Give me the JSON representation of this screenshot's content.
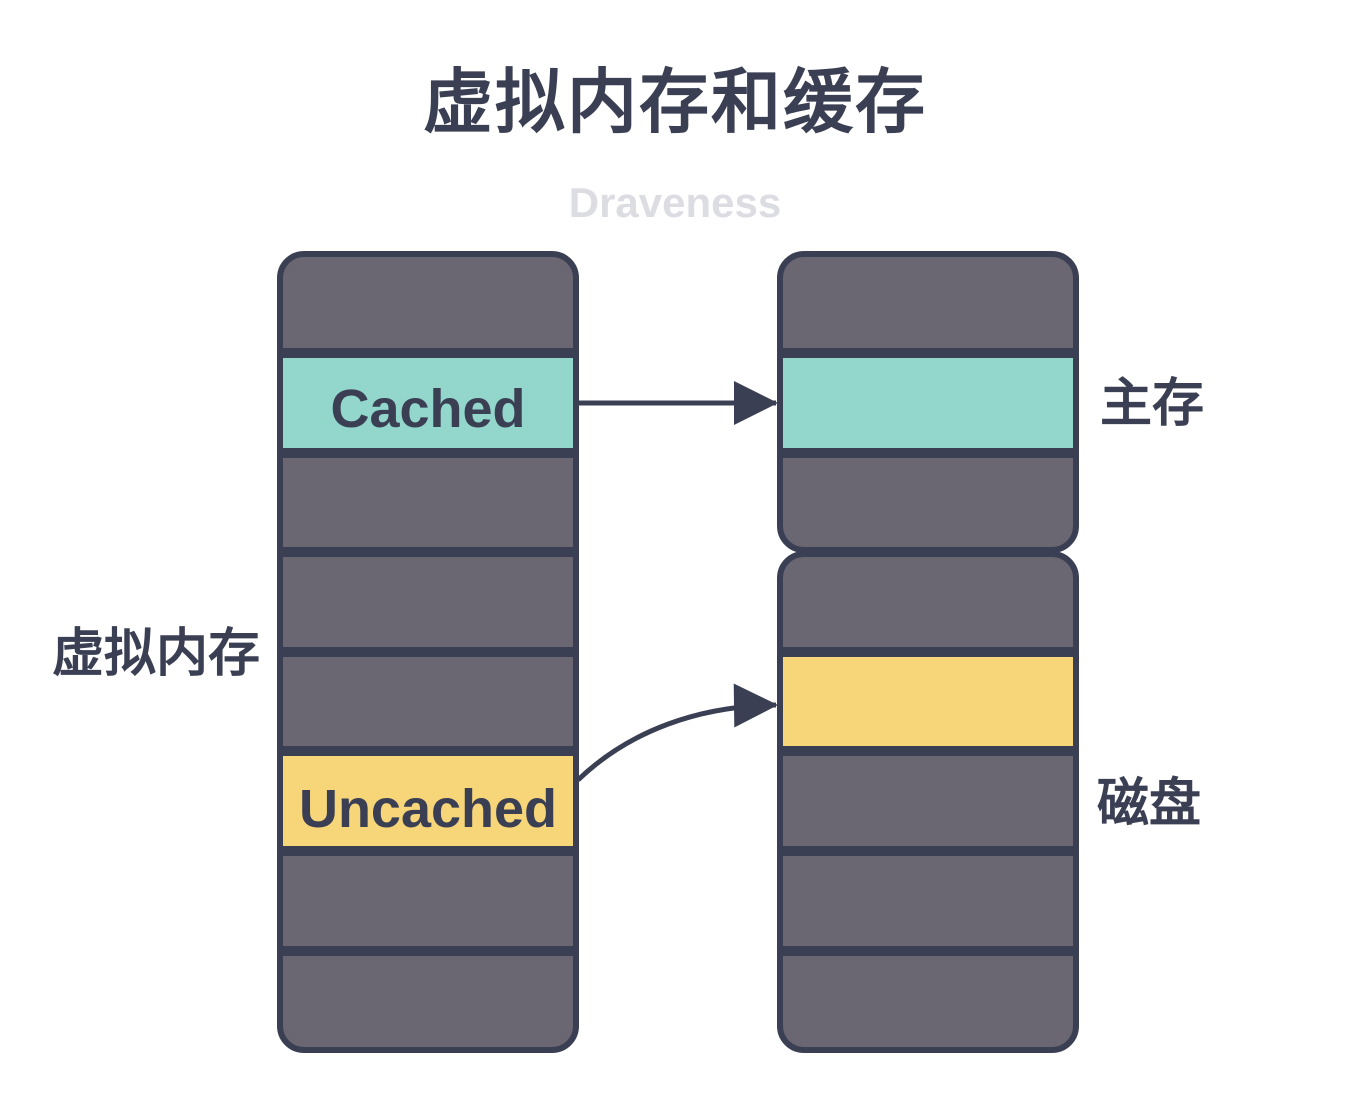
{
  "title": "虚拟内存和缓存",
  "watermark": "Draveness",
  "labels": {
    "virtual_memory": "虚拟内存",
    "main_memory": "主存",
    "disk": "磁盘"
  },
  "blocks": {
    "cached": "Cached",
    "uncached": "Uncached"
  },
  "colors": {
    "ink": "#3b3f54",
    "page_gray": "#6a6772",
    "cached_teal": "#92d6cc",
    "uncached_yellow": "#f6d679",
    "watermark": "#dcdce3"
  }
}
